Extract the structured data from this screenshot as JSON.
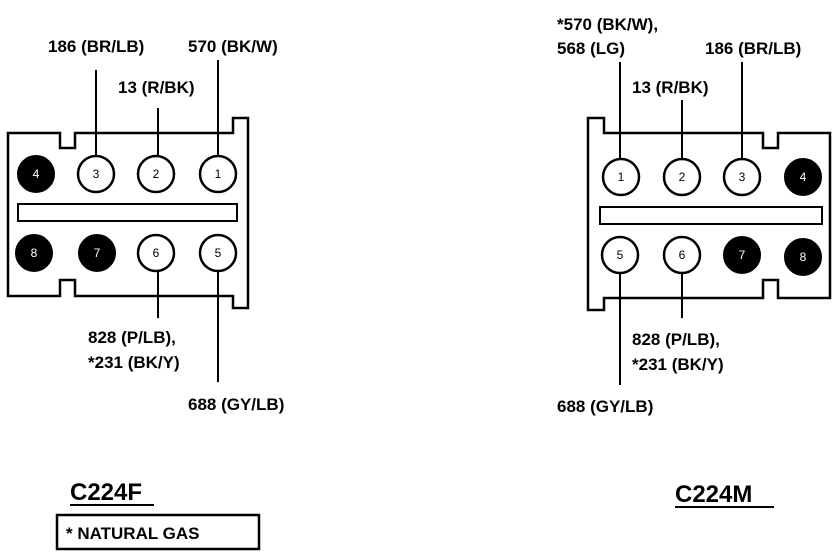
{
  "connectors": [
    {
      "id": "C224F",
      "title": "C224F",
      "pins": [
        {
          "pin": "4",
          "filled": true
        },
        {
          "pin": "3",
          "filled": false
        },
        {
          "pin": "2",
          "filled": false
        },
        {
          "pin": "1",
          "filled": false
        },
        {
          "pin": "8",
          "filled": true
        },
        {
          "pin": "7",
          "filled": true
        },
        {
          "pin": "6",
          "filled": false
        },
        {
          "pin": "5",
          "filled": false
        }
      ],
      "labels": [
        {
          "pin": "3",
          "lines": [
            "186 (BR/LB)"
          ]
        },
        {
          "pin": "2",
          "lines": [
            "13 (R/BK)"
          ]
        },
        {
          "pin": "1",
          "lines": [
            "570 (BK/W)"
          ]
        },
        {
          "pin": "6",
          "lines": [
            "828 (P/LB),",
            "*231 (BK/Y)"
          ]
        },
        {
          "pin": "5",
          "lines": [
            "688 (GY/LB)"
          ]
        }
      ]
    },
    {
      "id": "C224M",
      "title": "C224M",
      "pins": [
        {
          "pin": "1",
          "filled": false
        },
        {
          "pin": "2",
          "filled": false
        },
        {
          "pin": "3",
          "filled": false
        },
        {
          "pin": "4",
          "filled": true
        },
        {
          "pin": "5",
          "filled": false
        },
        {
          "pin": "6",
          "filled": false
        },
        {
          "pin": "7",
          "filled": true
        },
        {
          "pin": "8",
          "filled": true
        }
      ],
      "labels": [
        {
          "pin": "1",
          "lines": [
            "*570 (BK/W),",
            "568 (LG)"
          ]
        },
        {
          "pin": "2",
          "lines": [
            "13 (R/BK)"
          ]
        },
        {
          "pin": "3",
          "lines": [
            "186 (BR/LB)"
          ]
        },
        {
          "pin": "6",
          "lines": [
            "828 (P/LB),",
            "*231 (BK/Y)"
          ]
        },
        {
          "pin": "5",
          "lines": [
            "688 (GY/LB)"
          ]
        }
      ]
    }
  ],
  "note": "* NATURAL GAS"
}
